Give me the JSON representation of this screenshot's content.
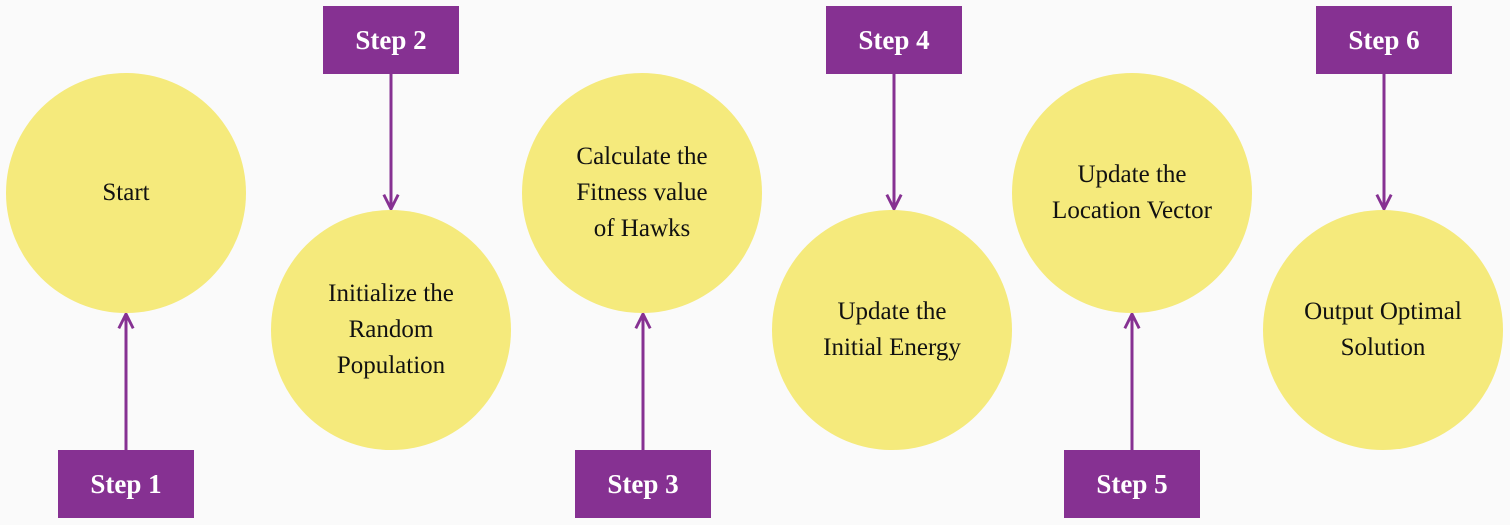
{
  "colors": {
    "circle": "#f5ea7c",
    "box": "#863192",
    "arrow": "#863192"
  },
  "steps": [
    {
      "label": "Step 1",
      "text": "Start"
    },
    {
      "label": "Step 2",
      "text": "Initialize the\nRandom\nPopulation"
    },
    {
      "label": "Step 3",
      "text": "Calculate the\nFitness value\nof Hawks"
    },
    {
      "label": "Step 4",
      "text": "Update the\nInitial Energy"
    },
    {
      "label": "Step 5",
      "text": "Update the\nLocation Vector"
    },
    {
      "label": "Step 6",
      "text": "Output Optimal\nSolution"
    }
  ]
}
